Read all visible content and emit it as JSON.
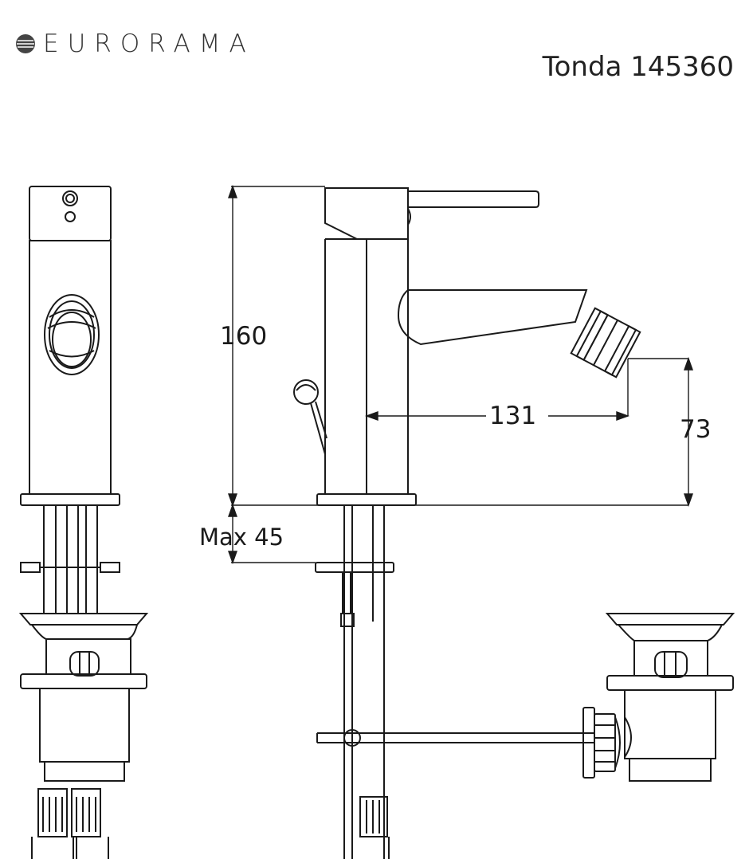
{
  "header": {
    "brand": "EURORAMA",
    "logo_icon": "eurorama-globe-icon",
    "model": "Tonda 145360"
  },
  "dimensions": {
    "height": "160",
    "spout_reach": "131",
    "spout_height": "73",
    "max_deck": "Max 45"
  },
  "colors": {
    "line": "#1a1a1a",
    "background": "#ffffff"
  }
}
